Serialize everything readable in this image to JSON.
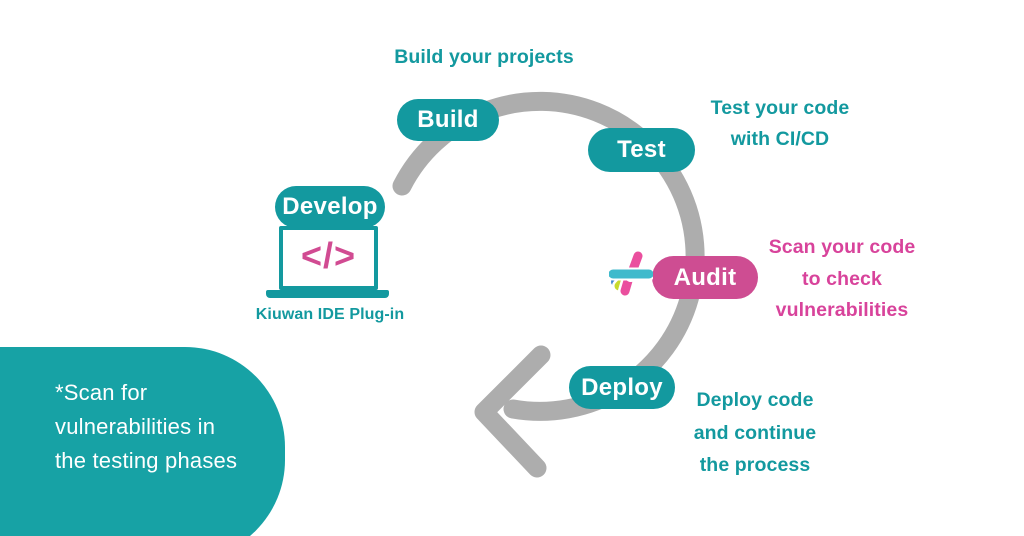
{
  "colors": {
    "teal": "#13999f",
    "blob_teal": "#17a2a5",
    "pink_pill": "#ce4d92",
    "pink_text": "#d8439b",
    "code_pink": "#d14b92",
    "arc_gray": "#adadad",
    "pill_text": "#ffffff",
    "flower_cyan": "#40bacc",
    "flower_pink": "#ea4f9e",
    "flower_yellow": "#c8da2d",
    "flower_blue": "#4286cf"
  },
  "stages": {
    "develop": "Develop",
    "build": "Build",
    "test": "Test",
    "audit": "Audit",
    "deploy": "Deploy"
  },
  "annotations": {
    "build": {
      "lines": [
        "Build your projects"
      ]
    },
    "test": {
      "lines": [
        "Test your code",
        "with CI/CD"
      ]
    },
    "audit": {
      "lines": [
        "Scan your code",
        "to check",
        "vulnerabilities"
      ]
    },
    "deploy": {
      "lines": [
        "Deploy code",
        "and continue",
        "the process"
      ]
    }
  },
  "laptop": {
    "code_glyph": "</>",
    "caption": "Kiuwan IDE Plug-in"
  },
  "note": {
    "lines": [
      "*Scan for",
      "vulnerabilities in",
      "the testing phases"
    ]
  },
  "icons": {
    "kiuwan_flower": "kiuwan-flower-icon",
    "cycle_arrow": "cycle-arrow-icon"
  }
}
